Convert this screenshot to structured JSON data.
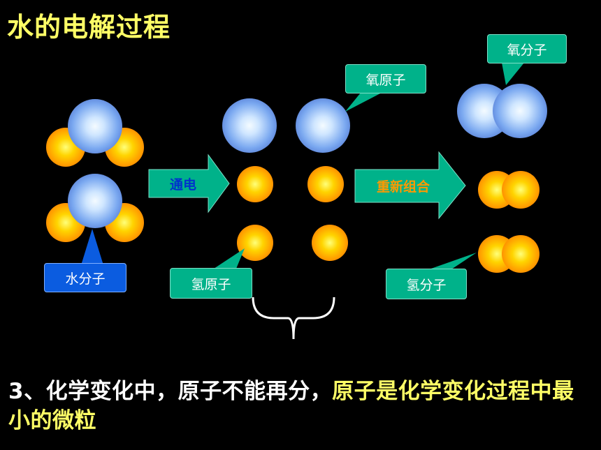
{
  "title": "水的电解过程",
  "labels": {
    "water_molecule": "水分子",
    "electrify": "通电",
    "oxygen_atom": "氧原子",
    "hydrogen_atom": "氢原子",
    "recombine": "重新组合",
    "oxygen_molecule": "氧分子",
    "hydrogen_molecule": "氢分子"
  },
  "conclusion": {
    "normal": "3、化学变化中，原子不能再分，",
    "highlight": "原子是化学变化过程中最小的微粒"
  },
  "colors": {
    "title": "#ffff66",
    "callout_teal": "#00b28a",
    "callout_blue": "#0b5ce0",
    "arrow_fill": "#00b28a",
    "electrify_text": "#0033cc",
    "recombine_text": "#ff9900",
    "oxygen": "#9ec8ff",
    "hydrogen": "#ffb000"
  }
}
